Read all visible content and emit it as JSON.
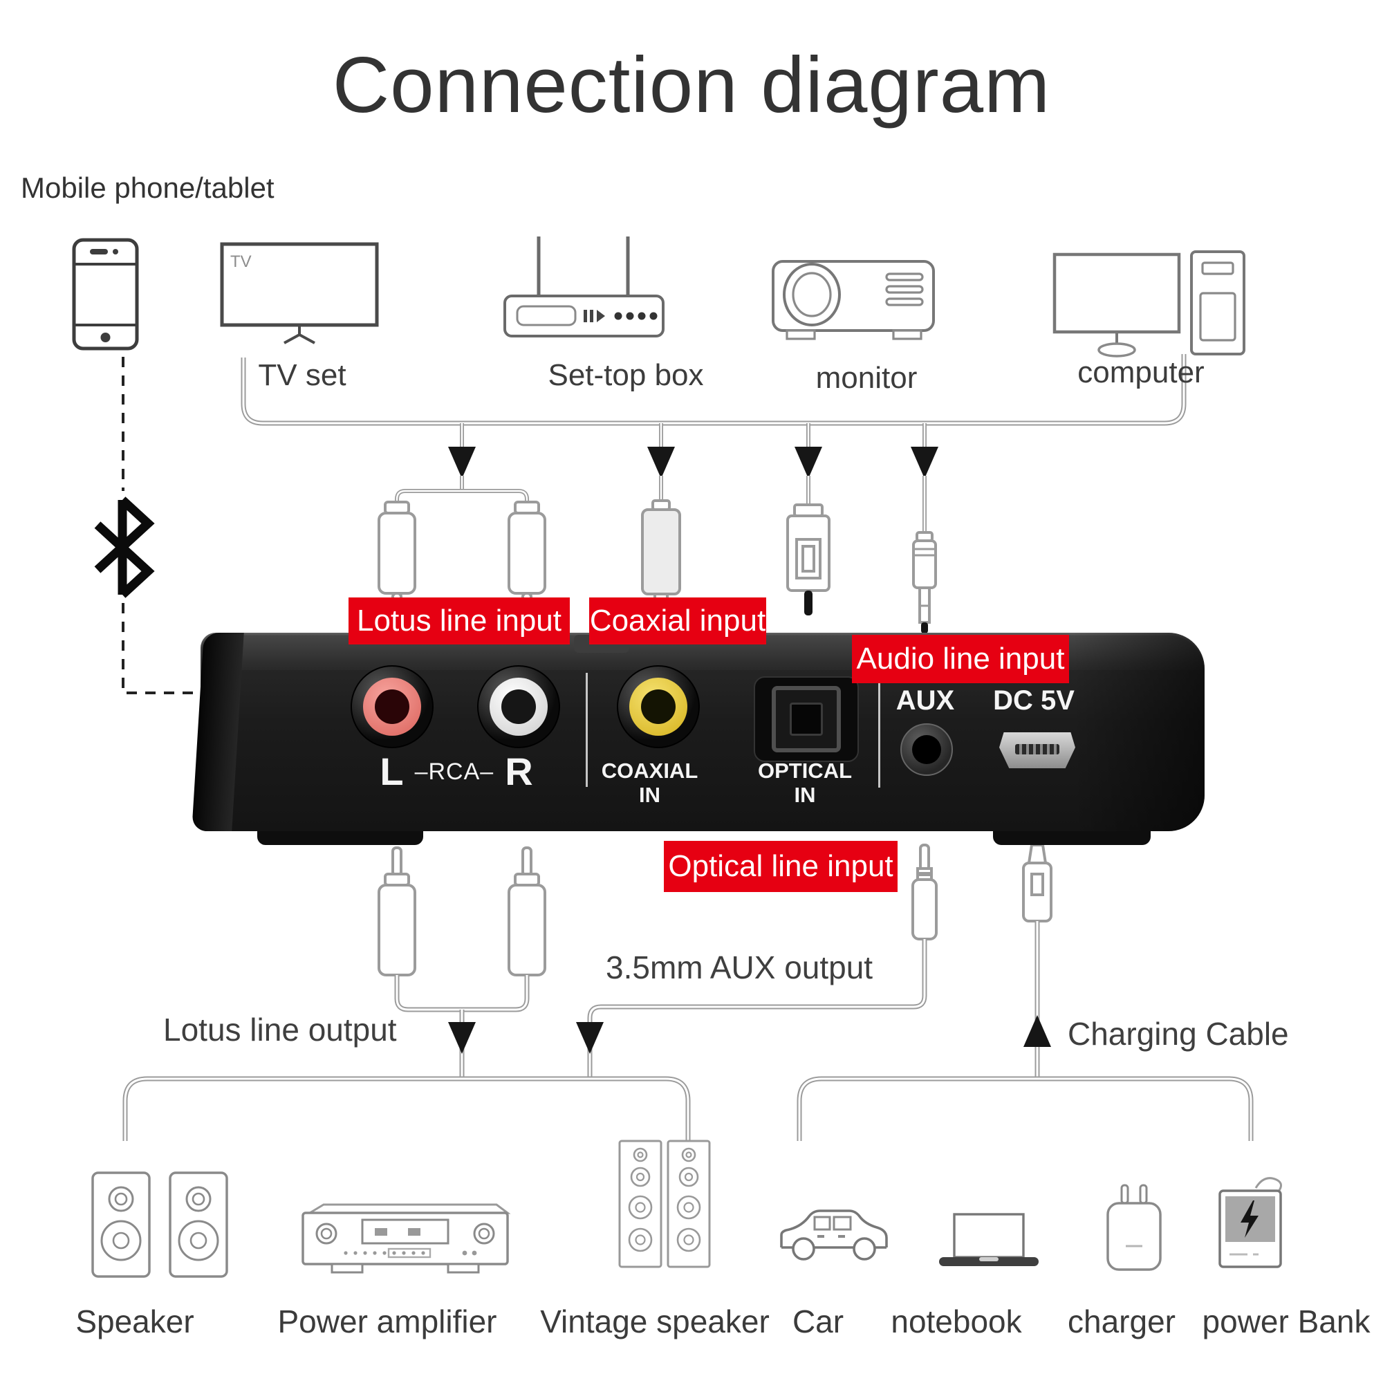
{
  "title": "Connection diagram",
  "colors": {
    "accent_red": "#e60012",
    "device_black": "#1c1c1c",
    "wire_grey": "#9b9b9b",
    "text_dark": "#3a3a3a",
    "rca_red": "#ee8a84",
    "rca_white": "#f4f4f4",
    "rca_yellow": "#e9cf45"
  },
  "source": {
    "label": "Mobile phone/tablet",
    "icon": "smartphone-icon",
    "link_icon": "bluetooth-icon"
  },
  "top_devices": [
    {
      "label": "TV set",
      "icon": "tv-icon",
      "screen_text": "TV"
    },
    {
      "label": "Set-top box",
      "icon": "set-top-box-icon"
    },
    {
      "label": "monitor",
      "icon": "projector-icon"
    },
    {
      "label": "computer",
      "icon": "desktop-computer-icon"
    }
  ],
  "input_labels": {
    "lotus": "Lotus line input",
    "coaxial": "Coaxial input",
    "audio": "Audio line input",
    "optical": "Optical line input"
  },
  "device_panel": {
    "left": "L",
    "rca": "–RCA–",
    "right": "R",
    "coaxial_line1": "COAXIAL",
    "coaxial_line2": "IN",
    "optical_line1": "OPTICAL",
    "optical_line2": "IN",
    "aux": "AUX",
    "power": "DC 5V"
  },
  "output_labels": {
    "lotus": "Lotus line output",
    "aux": "3.5mm AUX output",
    "charging": "Charging Cable"
  },
  "bottom_devices": [
    {
      "label": "Speaker",
      "icon": "bookshelf-speakers-icon"
    },
    {
      "label": "Power amplifier",
      "icon": "amplifier-icon"
    },
    {
      "label": "Vintage speaker",
      "icon": "tower-speakers-icon"
    },
    {
      "label": "Car",
      "icon": "car-icon"
    },
    {
      "label": "notebook",
      "icon": "laptop-icon"
    },
    {
      "label": "charger",
      "icon": "wall-charger-icon"
    },
    {
      "label": "power Bank",
      "icon": "power-bank-icon"
    }
  ]
}
